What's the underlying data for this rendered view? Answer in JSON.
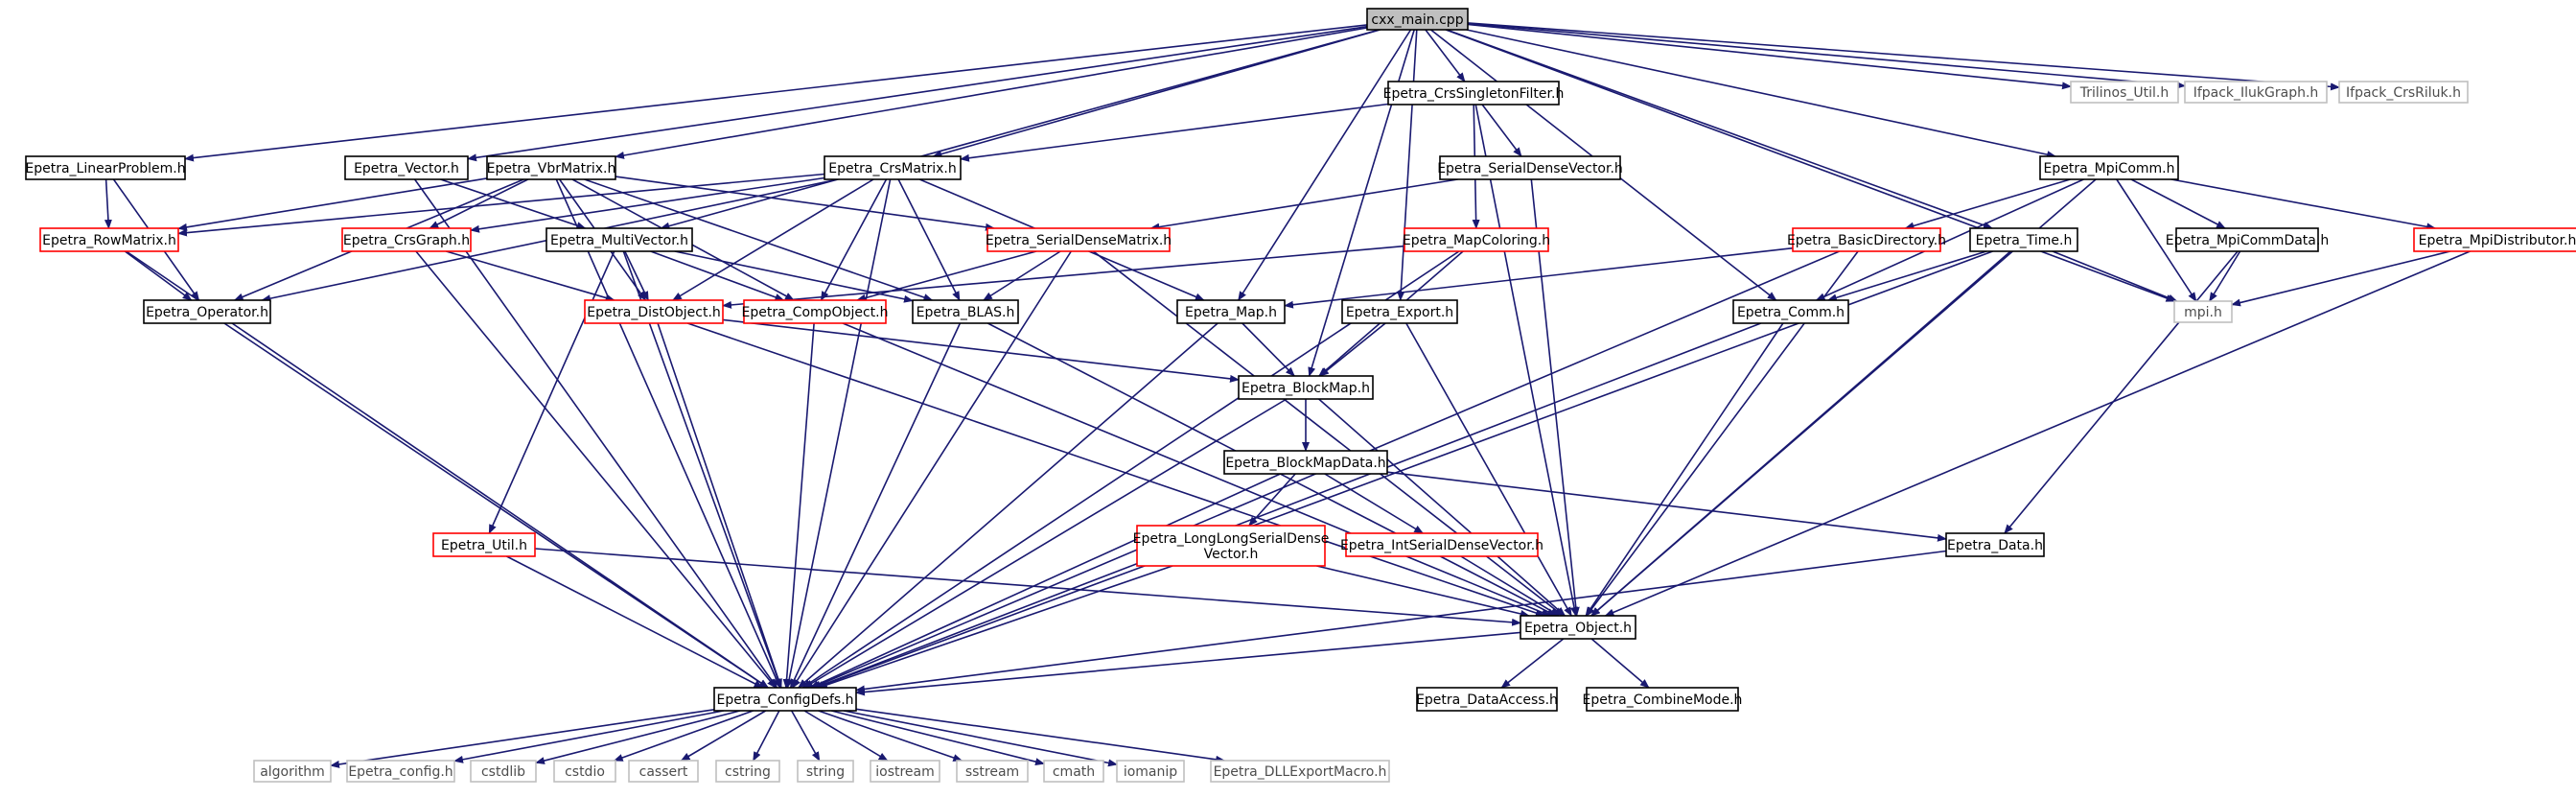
{
  "colors": {
    "edge": "#191970",
    "arrowhead": "#191970",
    "root_fill": "#bfbfbf",
    "border_black": "#000000",
    "border_red": "#ff0000",
    "border_gray": "#bfbfbf",
    "text_black": "#000000",
    "text_gray": "#4d4d4d"
  },
  "nodes": [
    {
      "id": "cxx",
      "label": "cxx_main.cpp",
      "kind": "root"
    },
    {
      "id": "csf",
      "label": "Epetra_CrsSingletonFilter.h",
      "kind": "normal"
    },
    {
      "id": "tu",
      "label": "Trilinos_Util.h",
      "kind": "missing"
    },
    {
      "id": "iig",
      "label": "Ifpack_IlukGraph.h",
      "kind": "missing"
    },
    {
      "id": "icr",
      "label": "Ifpack_CrsRiluk.h",
      "kind": "missing"
    },
    {
      "id": "lp",
      "label": "Epetra_LinearProblem.h",
      "kind": "normal"
    },
    {
      "id": "vec",
      "label": "Epetra_Vector.h",
      "kind": "normal"
    },
    {
      "id": "vbr",
      "label": "Epetra_VbrMatrix.h",
      "kind": "normal"
    },
    {
      "id": "crsm",
      "label": "Epetra_CrsMatrix.h",
      "kind": "normal"
    },
    {
      "id": "sdv",
      "label": "Epetra_SerialDenseVector.h",
      "kind": "normal"
    },
    {
      "id": "mpic",
      "label": "Epetra_MpiComm.h",
      "kind": "normal"
    },
    {
      "id": "rowm",
      "label": "Epetra_RowMatrix.h",
      "kind": "truncated"
    },
    {
      "id": "crsg",
      "label": "Epetra_CrsGraph.h",
      "kind": "truncated"
    },
    {
      "id": "mv",
      "label": "Epetra_MultiVector.h",
      "kind": "normal"
    },
    {
      "id": "sdm",
      "label": "Epetra_SerialDenseMatrix.h",
      "kind": "truncated"
    },
    {
      "id": "mapc",
      "label": "Epetra_MapColoring.h",
      "kind": "truncated"
    },
    {
      "id": "bd",
      "label": "Epetra_BasicDirectory.h",
      "kind": "truncated"
    },
    {
      "id": "time",
      "label": "Epetra_Time.h",
      "kind": "normal"
    },
    {
      "id": "mcd",
      "label": "Epetra_MpiCommData.h",
      "kind": "normal"
    },
    {
      "id": "mpid",
      "label": "Epetra_MpiDistributor.h",
      "kind": "truncated"
    },
    {
      "id": "op",
      "label": "Epetra_Operator.h",
      "kind": "normal"
    },
    {
      "id": "dobj",
      "label": "Epetra_DistObject.h",
      "kind": "truncated"
    },
    {
      "id": "cobj",
      "label": "Epetra_CompObject.h",
      "kind": "truncated"
    },
    {
      "id": "blas",
      "label": "Epetra_BLAS.h",
      "kind": "normal"
    },
    {
      "id": "map",
      "label": "Epetra_Map.h",
      "kind": "normal"
    },
    {
      "id": "exp",
      "label": "Epetra_Export.h",
      "kind": "normal"
    },
    {
      "id": "comm",
      "label": "Epetra_Comm.h",
      "kind": "normal"
    },
    {
      "id": "mpih",
      "label": "mpi.h",
      "kind": "missing"
    },
    {
      "id": "bmap",
      "label": "Epetra_BlockMap.h",
      "kind": "normal"
    },
    {
      "id": "bmd",
      "label": "Epetra_BlockMapData.h",
      "kind": "normal"
    },
    {
      "id": "util",
      "label": "Epetra_Util.h",
      "kind": "truncated"
    },
    {
      "id": "llsdv",
      "label": "Epetra_LongLongSerialDense\nVector.h",
      "kind": "truncated"
    },
    {
      "id": "isdv",
      "label": "Epetra_IntSerialDenseVector.h",
      "kind": "truncated"
    },
    {
      "id": "data",
      "label": "Epetra_Data.h",
      "kind": "normal"
    },
    {
      "id": "obj",
      "label": "Epetra_Object.h",
      "kind": "normal"
    },
    {
      "id": "cdefs",
      "label": "Epetra_ConfigDefs.h",
      "kind": "normal"
    },
    {
      "id": "da",
      "label": "Epetra_DataAccess.h",
      "kind": "normal"
    },
    {
      "id": "cm",
      "label": "Epetra_CombineMode.h",
      "kind": "normal"
    },
    {
      "id": "alg",
      "label": "algorithm",
      "kind": "missing"
    },
    {
      "id": "cfg",
      "label": "Epetra_config.h",
      "kind": "missing"
    },
    {
      "id": "cstdlib",
      "label": "cstdlib",
      "kind": "missing"
    },
    {
      "id": "cstdio",
      "label": "cstdio",
      "kind": "missing"
    },
    {
      "id": "cassert",
      "label": "cassert",
      "kind": "missing"
    },
    {
      "id": "cstring",
      "label": "cstring",
      "kind": "missing"
    },
    {
      "id": "string",
      "label": "string",
      "kind": "missing"
    },
    {
      "id": "iostream",
      "label": "iostream",
      "kind": "missing"
    },
    {
      "id": "sstream",
      "label": "sstream",
      "kind": "missing"
    },
    {
      "id": "cmath",
      "label": "cmath",
      "kind": "missing"
    },
    {
      "id": "iomanip",
      "label": "iomanip",
      "kind": "missing"
    },
    {
      "id": "dll",
      "label": "Epetra_DLLExportMacro.h",
      "kind": "missing"
    }
  ],
  "edges": [
    [
      "cxx",
      "csf"
    ],
    [
      "cxx",
      "tu"
    ],
    [
      "cxx",
      "iig"
    ],
    [
      "cxx",
      "icr"
    ],
    [
      "cxx",
      "lp"
    ],
    [
      "cxx",
      "vec"
    ],
    [
      "cxx",
      "vbr"
    ],
    [
      "cxx",
      "crsm"
    ],
    [
      "cxx",
      "mv"
    ],
    [
      "cxx",
      "map"
    ],
    [
      "cxx",
      "bmap"
    ],
    [
      "cxx",
      "exp"
    ],
    [
      "cxx",
      "comm"
    ],
    [
      "cxx",
      "time"
    ],
    [
      "cxx",
      "mpic"
    ],
    [
      "cxx",
      "mpih"
    ],
    [
      "csf",
      "crsm"
    ],
    [
      "csf",
      "sdv"
    ],
    [
      "csf",
      "mapc"
    ],
    [
      "csf",
      "obj"
    ],
    [
      "lp",
      "rowm"
    ],
    [
      "lp",
      "op"
    ],
    [
      "vec",
      "mv"
    ],
    [
      "vec",
      "cdefs"
    ],
    [
      "vbr",
      "rowm"
    ],
    [
      "vbr",
      "crsg"
    ],
    [
      "vbr",
      "op"
    ],
    [
      "vbr",
      "dobj"
    ],
    [
      "vbr",
      "cobj"
    ],
    [
      "vbr",
      "blas"
    ],
    [
      "vbr",
      "sdm"
    ],
    [
      "vbr",
      "cdefs"
    ],
    [
      "crsm",
      "rowm"
    ],
    [
      "crsm",
      "crsg"
    ],
    [
      "crsm",
      "op"
    ],
    [
      "crsm",
      "dobj"
    ],
    [
      "crsm",
      "cobj"
    ],
    [
      "crsm",
      "blas"
    ],
    [
      "crsm",
      "map"
    ],
    [
      "crsm",
      "cdefs"
    ],
    [
      "sdv",
      "sdm"
    ],
    [
      "sdv",
      "obj"
    ],
    [
      "mpic",
      "comm"
    ],
    [
      "mpic",
      "bd"
    ],
    [
      "mpic",
      "mcd"
    ],
    [
      "mpic",
      "mpid"
    ],
    [
      "mpic",
      "obj"
    ],
    [
      "mpic",
      "mpih"
    ],
    [
      "rowm",
      "op"
    ],
    [
      "rowm",
      "cdefs"
    ],
    [
      "crsg",
      "dobj"
    ],
    [
      "crsg",
      "cdefs"
    ],
    [
      "mv",
      "dobj"
    ],
    [
      "mv",
      "cobj"
    ],
    [
      "mv",
      "blas"
    ],
    [
      "mv",
      "util"
    ],
    [
      "mv",
      "cdefs"
    ],
    [
      "sdm",
      "cobj"
    ],
    [
      "sdm",
      "blas"
    ],
    [
      "sdm",
      "obj"
    ],
    [
      "sdm",
      "cdefs"
    ],
    [
      "mapc",
      "dobj"
    ],
    [
      "mapc",
      "bmap"
    ],
    [
      "mapc",
      "cdefs"
    ],
    [
      "bd",
      "map"
    ],
    [
      "bd",
      "obj"
    ],
    [
      "bd",
      "cdefs"
    ],
    [
      "time",
      "comm"
    ],
    [
      "time",
      "obj"
    ],
    [
      "time",
      "cdefs"
    ],
    [
      "time",
      "mpih"
    ],
    [
      "mcd",
      "data"
    ],
    [
      "mcd",
      "mpih"
    ],
    [
      "mpid",
      "obj"
    ],
    [
      "mpid",
      "mpih"
    ],
    [
      "op",
      "cdefs"
    ],
    [
      "dobj",
      "bmap"
    ],
    [
      "dobj",
      "obj"
    ],
    [
      "dobj",
      "cdefs"
    ],
    [
      "cobj",
      "obj"
    ],
    [
      "cobj",
      "cdefs"
    ],
    [
      "blas",
      "obj"
    ],
    [
      "blas",
      "cdefs"
    ],
    [
      "map",
      "bmap"
    ],
    [
      "map",
      "cdefs"
    ],
    [
      "exp",
      "bmap"
    ],
    [
      "exp",
      "obj"
    ],
    [
      "comm",
      "obj"
    ],
    [
      "comm",
      "cdefs"
    ],
    [
      "bmap",
      "bmd"
    ],
    [
      "bmap",
      "obj"
    ],
    [
      "bmap",
      "cdefs"
    ],
    [
      "bmd",
      "llsdv"
    ],
    [
      "bmd",
      "isdv"
    ],
    [
      "bmd",
      "data"
    ],
    [
      "bmd",
      "cdefs"
    ],
    [
      "util",
      "obj"
    ],
    [
      "util",
      "cdefs"
    ],
    [
      "llsdv",
      "obj"
    ],
    [
      "llsdv",
      "cdefs"
    ],
    [
      "isdv",
      "obj"
    ],
    [
      "data",
      "cdefs"
    ],
    [
      "obj",
      "cdefs"
    ],
    [
      "obj",
      "da"
    ],
    [
      "obj",
      "cm"
    ],
    [
      "cdefs",
      "alg"
    ],
    [
      "cdefs",
      "cfg"
    ],
    [
      "cdefs",
      "cstdlib"
    ],
    [
      "cdefs",
      "cstdio"
    ],
    [
      "cdefs",
      "cassert"
    ],
    [
      "cdefs",
      "cstring"
    ],
    [
      "cdefs",
      "string"
    ],
    [
      "cdefs",
      "iostream"
    ],
    [
      "cdefs",
      "sstream"
    ],
    [
      "cdefs",
      "cmath"
    ],
    [
      "cdefs",
      "iomanip"
    ],
    [
      "cdefs",
      "dll"
    ]
  ]
}
